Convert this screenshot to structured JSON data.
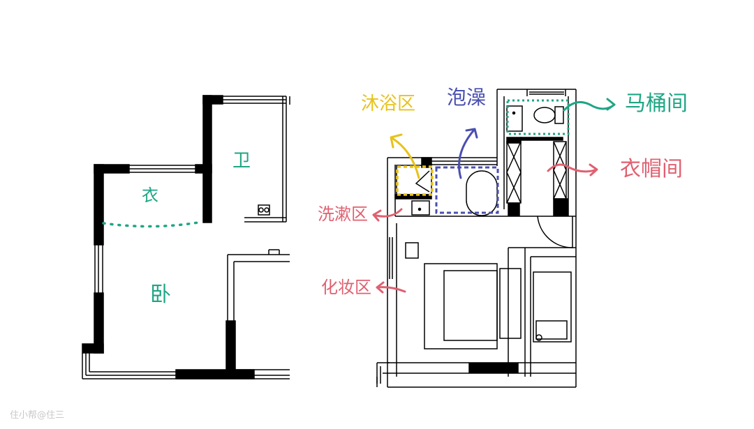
{
  "left_plan": {
    "labels": {
      "bathroom": "卫",
      "closet": "衣",
      "bedroom": "卧"
    }
  },
  "right_plan": {
    "labels": {
      "shower": "沐浴区",
      "bath": "泡澡",
      "toilet": "马桶间",
      "cloakroom": "衣帽间",
      "washing": "洗漱区",
      "makeup": "化妆区"
    }
  },
  "colors": {
    "teal": "#1fa585",
    "yellow": "#e8c21a",
    "blue": "#4a4fb0",
    "red": "#e06070",
    "wall": "#000000"
  },
  "watermark": "住小帮@住三"
}
